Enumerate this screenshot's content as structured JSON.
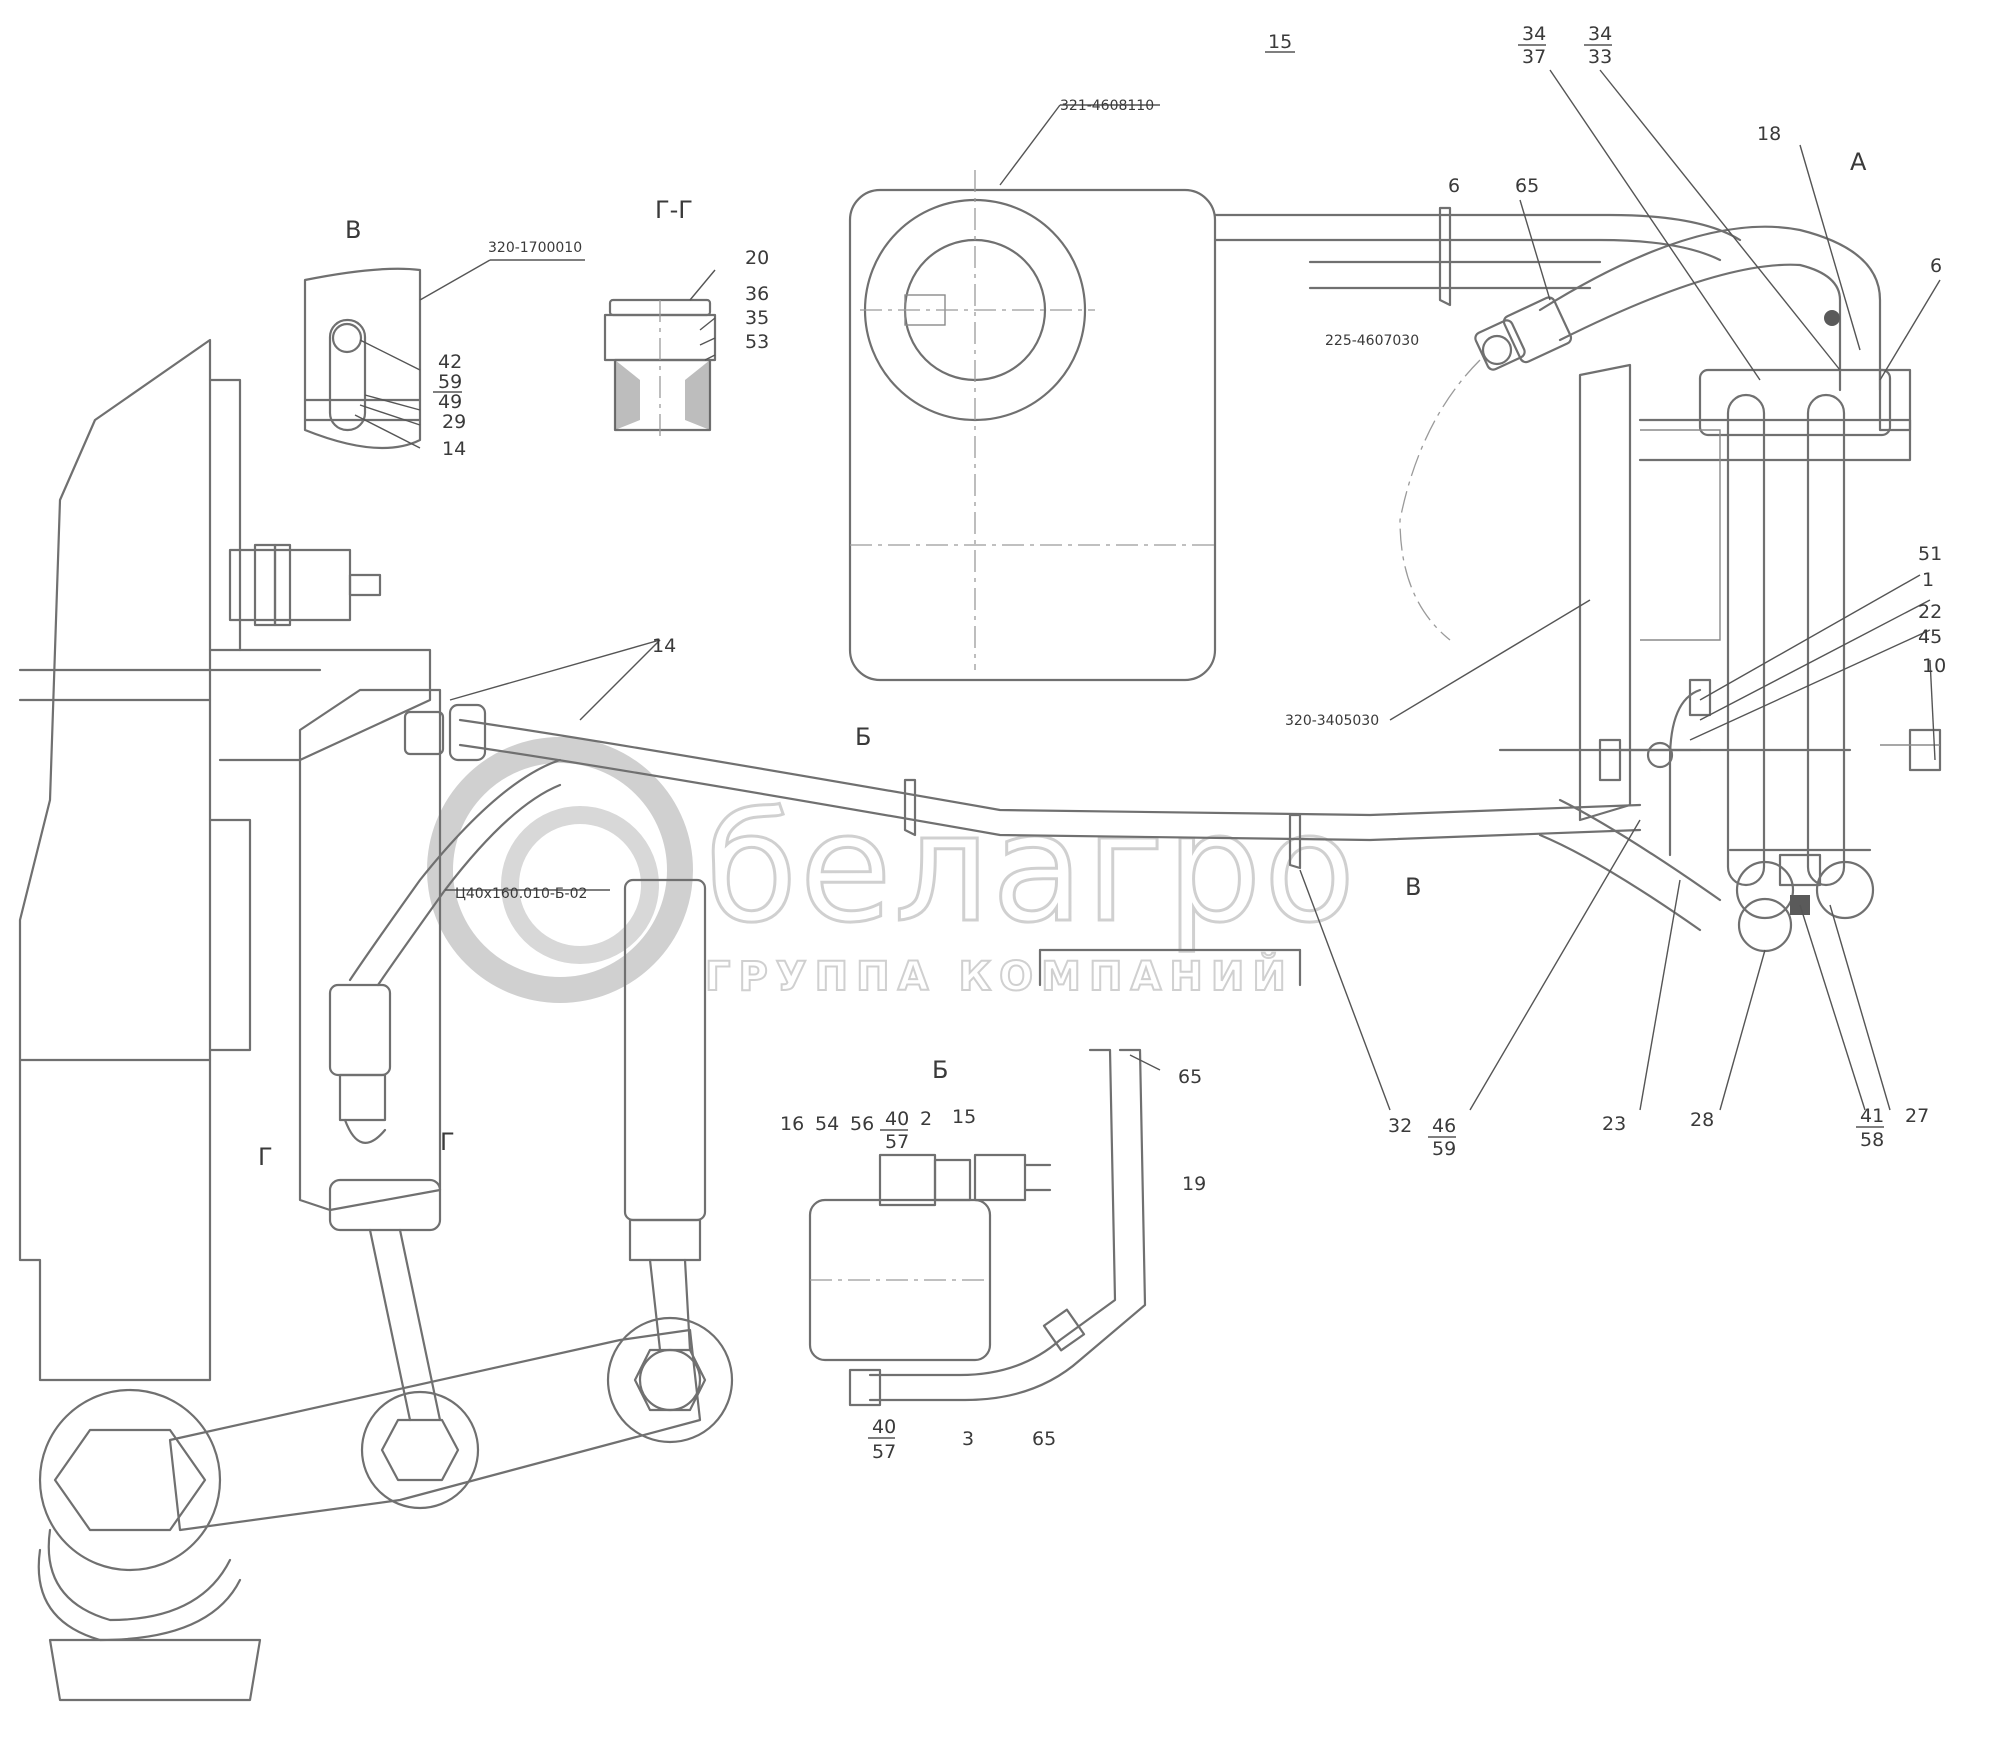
{
  "views": {
    "v_detail": "В",
    "gg_section": "Г-Г",
    "b_detail": "Б",
    "a_marker": "А",
    "b_marker": "Б",
    "v_marker": "В",
    "g_marker_left": "Г",
    "g_marker_right": "Г"
  },
  "part_numbers": {
    "tank": "321-4608110",
    "pipe_225": "225-4607030",
    "frame_bracket": "320-1700010",
    "hydro_bracket": "320-3405030",
    "cylinder": "Ц40х160.010-Б-02"
  },
  "callouts": {
    "c15_top": "15",
    "c34a": "34",
    "c37": "37",
    "c34b": "34",
    "c33": "33",
    "c18": "18",
    "c6a": "6",
    "c65a": "65",
    "c6b": "6",
    "c51": "51",
    "c1": "1",
    "c22": "22",
    "c45": "45",
    "c10": "10",
    "c14": "14",
    "c42": "42",
    "c59a": "59",
    "c49": "49",
    "c29": "29",
    "c14b": "14",
    "c20": "20",
    "c36": "36",
    "c35": "35",
    "c53": "53",
    "c65b": "65",
    "c19": "19",
    "c16": "16",
    "c54": "54",
    "c56": "56",
    "c40a": "40",
    "c57a": "57",
    "c2": "2",
    "c15b": "15",
    "c40b": "40",
    "c57b": "57",
    "c3": "3",
    "c65c": "65",
    "c32": "32",
    "c46": "46",
    "c59b": "59",
    "c23": "23",
    "c28": "28",
    "c41": "41",
    "c58": "58",
    "c27": "27"
  },
  "watermark": {
    "name": "белагро",
    "subtitle": "ГРУППА КОМПАНИЙ"
  }
}
